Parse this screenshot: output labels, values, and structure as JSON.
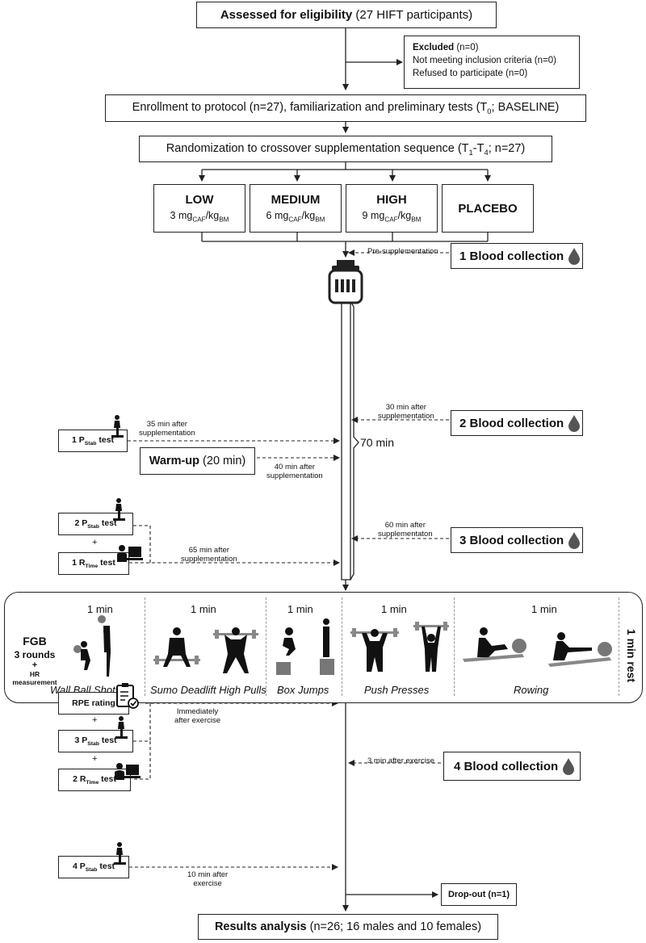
{
  "eligibility": {
    "bold": "Assessed for eligibility",
    "rest": " (27 HIFT participants)"
  },
  "excluded": {
    "title": "Excluded",
    "title_n": " (n=0)",
    "line1": "Not meeting inclusion criteria (n=0)",
    "line2": "Refused to participate (n=0)"
  },
  "enrollment": {
    "pre": "Enrollment to protocol (n=27), familiarization and preliminary tests (T",
    "sub": "0",
    "post": "; BASELINE)"
  },
  "randomization": {
    "pre": "Randomization to crossover supplementation sequence (T",
    "sub1": "1",
    "mid": "-T",
    "sub2": "4",
    "post": "; n=27)"
  },
  "groups": [
    {
      "name": "LOW",
      "dose": "3 mg"
    },
    {
      "name": "MEDIUM",
      "dose": "6 mg"
    },
    {
      "name": "HIGH",
      "dose": "9 mg"
    },
    {
      "name": "PLACEBO",
      "dose": ""
    }
  ],
  "dose_units": {
    "sub1": "CAF",
    "mid": "/kg",
    "sub2": "BM"
  },
  "blood": [
    {
      "label": "1 Blood collection",
      "note": "Pre-supplementation"
    },
    {
      "label": "2 Blood collection",
      "note1": "30 min after",
      "note2": "supplementation"
    },
    {
      "label": "3 Blood collection",
      "note1": "60 min after",
      "note2": "supplementaton"
    },
    {
      "label": "4 Blood collection",
      "note": "3 min after exercise"
    }
  ],
  "timeline_label": "70 min",
  "tests": {
    "p1": {
      "num": "1 P",
      "sub": "Stab",
      "post": " test"
    },
    "p2": {
      "num": "2 P",
      "sub": "Stab",
      "post": " test"
    },
    "r1": {
      "num": "1 R",
      "sub": "Time",
      "post": " test"
    },
    "p3": {
      "num": "3 P",
      "sub": "Stab",
      "post": " test"
    },
    "r2": {
      "num": "2 R",
      "sub": "Time",
      "post": " test"
    },
    "p4": {
      "num": "4 P",
      "sub": "Stab",
      "post": " test"
    },
    "rpe": "RPE rating",
    "plus": "+"
  },
  "notes": {
    "n35a": "35 min after",
    "n35b": "supplementation",
    "n40a": "40 min after",
    "n40b": "supplementation",
    "n65a": "65 min after",
    "n65b": "supplementation",
    "imm_a": "Immediately",
    "imm_b": "after exercise",
    "n10a": "10 min after",
    "n10b": "exercise"
  },
  "warmup": {
    "bold": "Warm-up",
    "rest": " (20 min)"
  },
  "fgb": {
    "title": "FGB",
    "rounds": "3 rounds",
    "plus": "+",
    "hr1": "HR",
    "hr2": "measurement",
    "rest": "1 min rest",
    "exercises": [
      {
        "time": "1 min",
        "name": "Wall Ball Shots"
      },
      {
        "time": "1 min",
        "name": "Sumo Deadlift High Pulls"
      },
      {
        "time": "1 min",
        "name": "Box Jumps"
      },
      {
        "time": "1 min",
        "name": "Push Presses"
      },
      {
        "time": "1 min",
        "name": "Rowing"
      }
    ]
  },
  "dropout": "Drop-out (n=1)",
  "results": {
    "bold": "Results analysis",
    "rest": " (n=26; 16 males and 10 females)"
  }
}
